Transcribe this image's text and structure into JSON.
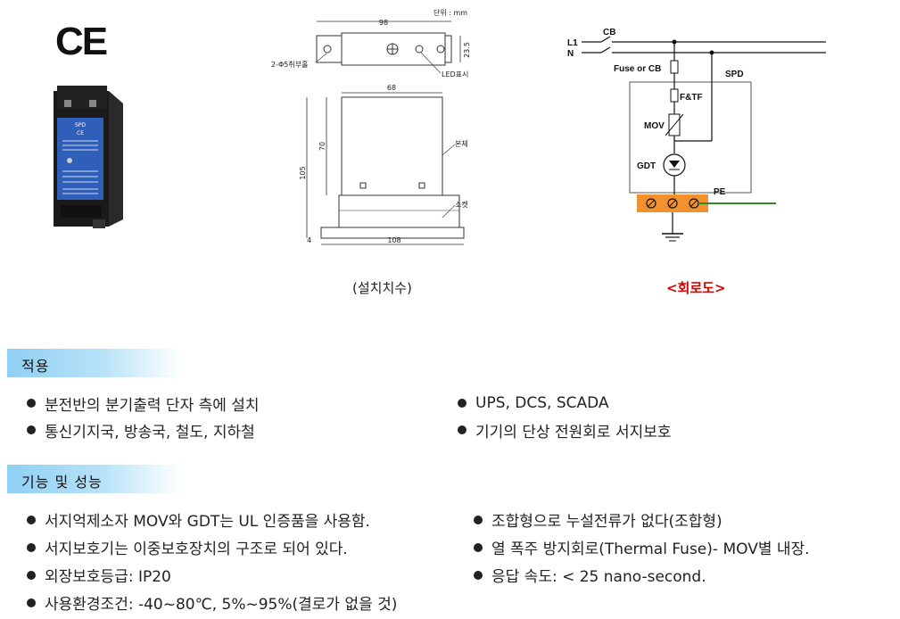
{
  "header": {
    "ce_mark": "CE",
    "product_label": {
      "brand": "SPD",
      "ce": "CE"
    }
  },
  "dimension_drawing": {
    "unit_note": "단위 : mm",
    "width_top": "98",
    "height_side": "23.5",
    "hole_label": "2-Φ5취부홀",
    "led_label": "LED표시",
    "body_width": "68",
    "body_height": "70",
    "total_height": "105",
    "base_width": "108",
    "offset": "4",
    "body_label": "본체",
    "socket_label": "소켓",
    "caption": "(설치치수)"
  },
  "circuit_diagram": {
    "cb": "CB",
    "l1": "L1",
    "n": "N",
    "fuse_or_cb": "Fuse or CB",
    "spd": "SPD",
    "ftf": "F&TF",
    "mov": "MOV",
    "gdt": "GDT",
    "pe": "PE",
    "caption": "<회로도>"
  },
  "sections": {
    "application": {
      "title": "적용",
      "left": [
        "분전반의 분기출력 단자 측에 설치",
        "통신기지국, 방송국, 철도, 지하철"
      ],
      "right": [
        "UPS, DCS, SCADA",
        "기기의 단상 전원회로 서지보호"
      ]
    },
    "features": {
      "title": "기능 및 성능",
      "left": [
        "서지억제소자 MOV와 GDT는 UL 인증품을 사용함.",
        "서지보호기는 이중보호장치의 구조로 되어 있다.",
        "외장보호등급: IP20",
        "사용환경조건: -40~80℃, 5%~95%(결로가 없을 것)"
      ],
      "right": [
        "조합형으로 누설전류가 없다(조합형)",
        "열 폭주 방지회로(Thermal Fuse)- MOV별 내장.",
        "응답 속도: < 25 nano-second."
      ]
    }
  },
  "colors": {
    "terminal_orange": "#f2922f",
    "pe_green": "#2e8b22",
    "caption_red": "#d60000",
    "section_blue": "#8fd0f3",
    "label_blue": "#2f5fb8"
  }
}
